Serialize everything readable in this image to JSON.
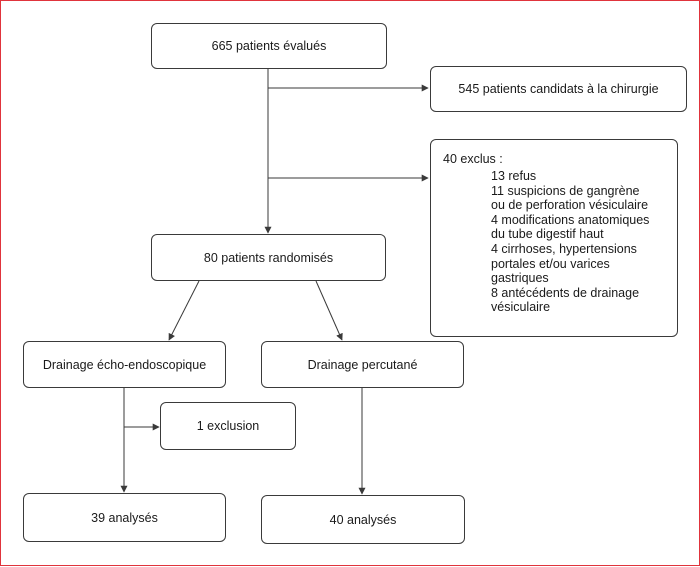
{
  "flowchart": {
    "evaluated": "665 patients évalués",
    "candidates": "545 patients candidats à la chirurgie",
    "excluded_title": "40 exclus :",
    "excluded_items": [
      "13 refus",
      "11 suspicions de gangrène",
      "ou de perforation vésiculaire",
      "4 modifications anatomiques",
      "du tube digestif haut",
      "4 cirrhoses, hypertensions",
      "portales et/ou varices",
      "gastriques",
      "8 antécédents de drainage",
      "vésiculaire"
    ],
    "randomized": "80 patients randomisés",
    "arm_eus": "Drainage écho-endoscopique",
    "arm_perc": "Drainage percutané",
    "exclusion_one": "1 exclusion",
    "analyzed_eus": "39 analysés",
    "analyzed_perc": "40 analysés"
  },
  "colors": {
    "frame": "#e0343c",
    "stroke": "#3a3a3a"
  }
}
